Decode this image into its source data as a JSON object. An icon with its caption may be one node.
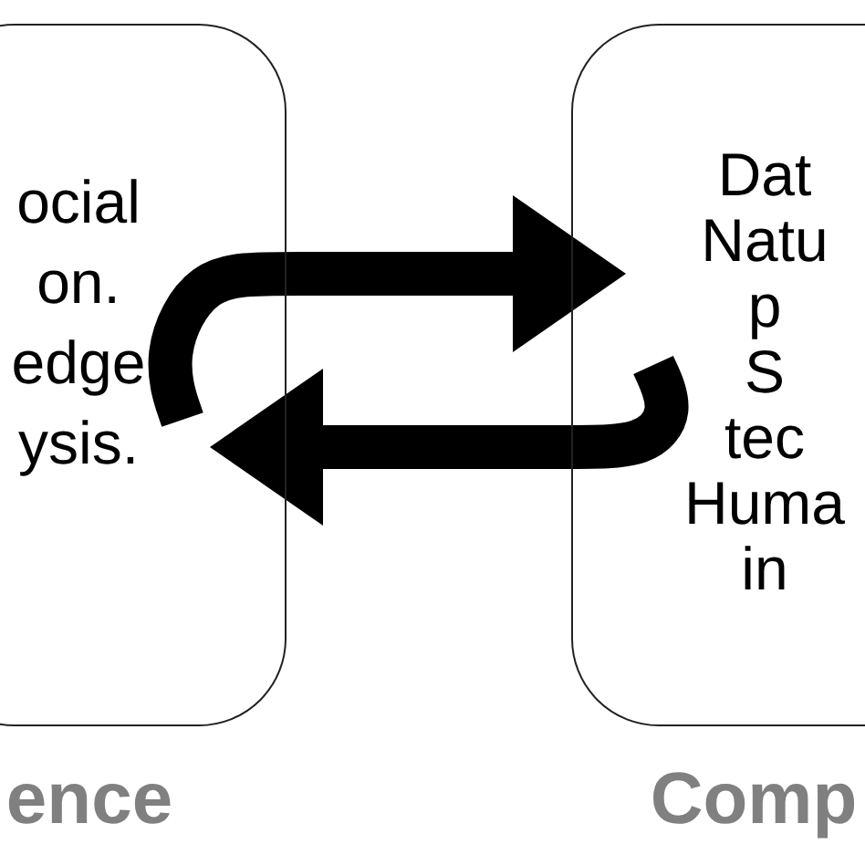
{
  "diagram": {
    "nodes": [
      {
        "text": [
          "ocial on. edge ysis.",
          "ence"
        ]
      },
      {
        "text": [
          "Dat Natu p S tec Huma in",
          "Comp"
        ]
      }
    ],
    "edges": [
      {
        "from": 0,
        "to": 1,
        "arrow": "to"
      },
      {
        "from": 1,
        "to": 0,
        "arrow": "to"
      }
    ]
  }
}
